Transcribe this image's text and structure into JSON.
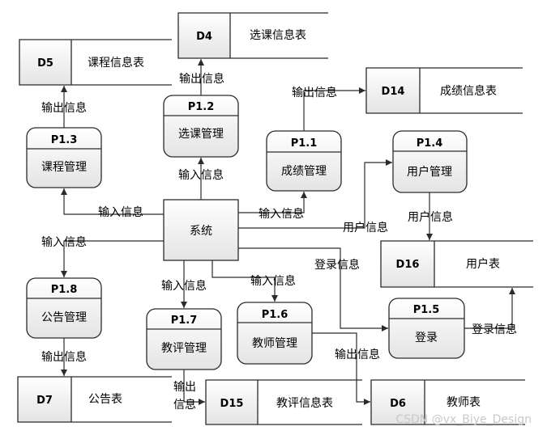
{
  "processes": {
    "p1_1": {
      "id": "P1.1",
      "name": "成绩管理"
    },
    "p1_2": {
      "id": "P1.2",
      "name": "选课管理"
    },
    "p1_3": {
      "id": "P1.3",
      "name": "课程管理"
    },
    "p1_4": {
      "id": "P1.4",
      "name": "用户管理"
    },
    "p1_5": {
      "id": "P1.5",
      "name": "登录"
    },
    "p1_6": {
      "id": "P1.6",
      "name": "教师管理"
    },
    "p1_7": {
      "id": "P1.7",
      "name": "教评管理"
    },
    "p1_8": {
      "id": "P1.8",
      "name": "公告管理"
    }
  },
  "system": {
    "name": "系统"
  },
  "stores": {
    "d4": {
      "id": "D4",
      "name": "选课信息表"
    },
    "d5": {
      "id": "D5",
      "name": "课程信息表"
    },
    "d6": {
      "id": "D6",
      "name": "教师表"
    },
    "d7": {
      "id": "D7",
      "name": "公告表"
    },
    "d14": {
      "id": "D14",
      "name": "成绩信息表"
    },
    "d15": {
      "id": "D15",
      "name": "教评信息表"
    },
    "d16": {
      "id": "D16",
      "name": "用户表"
    }
  },
  "flows": {
    "output_d4": "输出信息",
    "output_d5": "输出信息",
    "output_d14": "输出信息",
    "input_p1_2": "输入信息",
    "input_p1_3": "输入信息",
    "input_p1_1": "输入信息",
    "user_info_p1_4": "用户信息",
    "user_info_d16": "用户信息",
    "input_p1_8": "输入信息",
    "login_info_p1_5": "登录信息",
    "login_info_d16": "登录信息",
    "input_p1_7": "输入信息",
    "input_p1_6": "输入信息",
    "output_d7": "输出信息",
    "output_d15_line1": "输出",
    "output_d15_line2": "信息",
    "output_d6": "输出信息"
  },
  "watermark": "CSDN @vx_Biye_Design"
}
